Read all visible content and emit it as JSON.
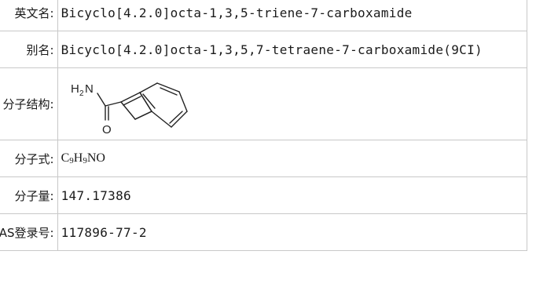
{
  "rows": {
    "english_name": {
      "label": "英文名:",
      "value": "Bicyclo[4.2.0]octa-1,3,5-triene-7-carboxamide"
    },
    "alias": {
      "label": "别名:",
      "value": "Bicyclo[4.2.0]octa-1,3,5,7-tetraene-7-carboxamide(9CI)"
    },
    "structure": {
      "label": "分子结构:",
      "atom_amine": "H",
      "atom_amine_sub": "2",
      "atom_amine_n": "N",
      "atom_oxygen": "O"
    },
    "formula": {
      "label": "分子式:",
      "parts": [
        "C",
        "9",
        "H",
        "9",
        "NO"
      ]
    },
    "weight": {
      "label": "分子量:",
      "value": "147.17386"
    },
    "cas": {
      "label": "CAS登录号:",
      "value": "117896-77-2"
    }
  }
}
